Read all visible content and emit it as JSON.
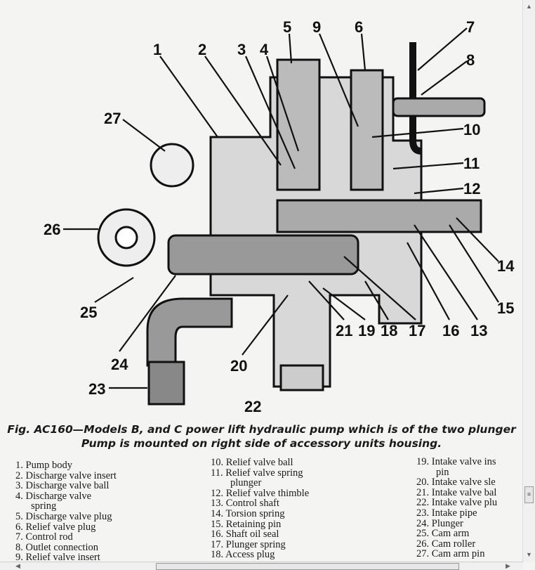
{
  "figure": {
    "callouts": [
      "1",
      "2",
      "3",
      "4",
      "5",
      "6",
      "7",
      "8",
      "9",
      "10",
      "11",
      "12",
      "13",
      "14",
      "15",
      "16",
      "17",
      "18",
      "19",
      "20",
      "21",
      "22",
      "23",
      "24",
      "25",
      "26",
      "27"
    ],
    "caption_line1": "Fig. AC160—Models B, and C power lift hydraulic pump which is of the two plunger",
    "caption_line2": "Pump is mounted on right side of accessory units housing."
  },
  "legend": {
    "col1": [
      "1. Pump body",
      "2. Discharge valve insert",
      "3. Discharge valve ball",
      "4. Discharge valve",
      "spring",
      "5. Discharge valve plug",
      "6. Relief valve plug",
      "7. Control rod",
      "8. Outlet connection",
      "9. Relief valve insert"
    ],
    "col2": [
      "10. Relief valve ball",
      "11. Relief valve spring",
      "plunger",
      "12. Relief valve thimble",
      "13. Control shaft",
      "14. Torsion spring",
      "15. Retaining pin",
      "16. Shaft oil seal",
      "17. Plunger spring",
      "18. Access plug"
    ],
    "col3": [
      "19. Intake valve ins",
      "pin",
      "20. Intake valve sle",
      "21. Intake valve bal",
      "22. Intake valve plu",
      "23. Intake pipe",
      "24. Plunger",
      "25. Cam arm",
      "26. Cam roller",
      "27. Cam arm pin"
    ]
  }
}
